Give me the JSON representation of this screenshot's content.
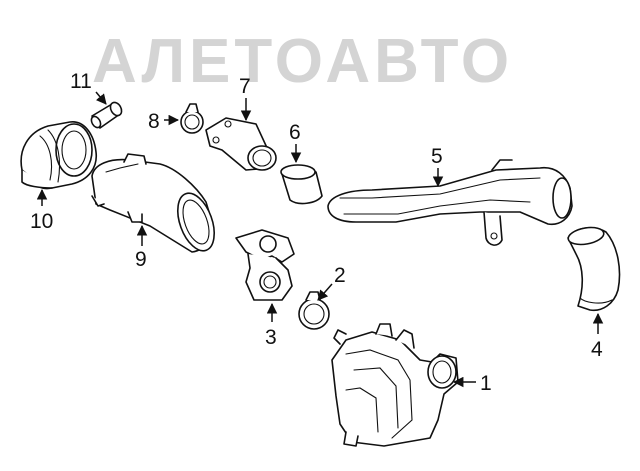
{
  "watermark": {
    "text": "АЛЕТОАВТО",
    "color": "#d4d4d4"
  },
  "line_color": "#111111",
  "callouts": [
    {
      "id": "1",
      "label": "1"
    },
    {
      "id": "2",
      "label": "2"
    },
    {
      "id": "3",
      "label": "3"
    },
    {
      "id": "4",
      "label": "4"
    },
    {
      "id": "5",
      "label": "5"
    },
    {
      "id": "6",
      "label": "6"
    },
    {
      "id": "7",
      "label": "7"
    },
    {
      "id": "8",
      "label": "8"
    },
    {
      "id": "9",
      "label": "9"
    },
    {
      "id": "10",
      "label": "10"
    },
    {
      "id": "11",
      "label": "11"
    }
  ]
}
